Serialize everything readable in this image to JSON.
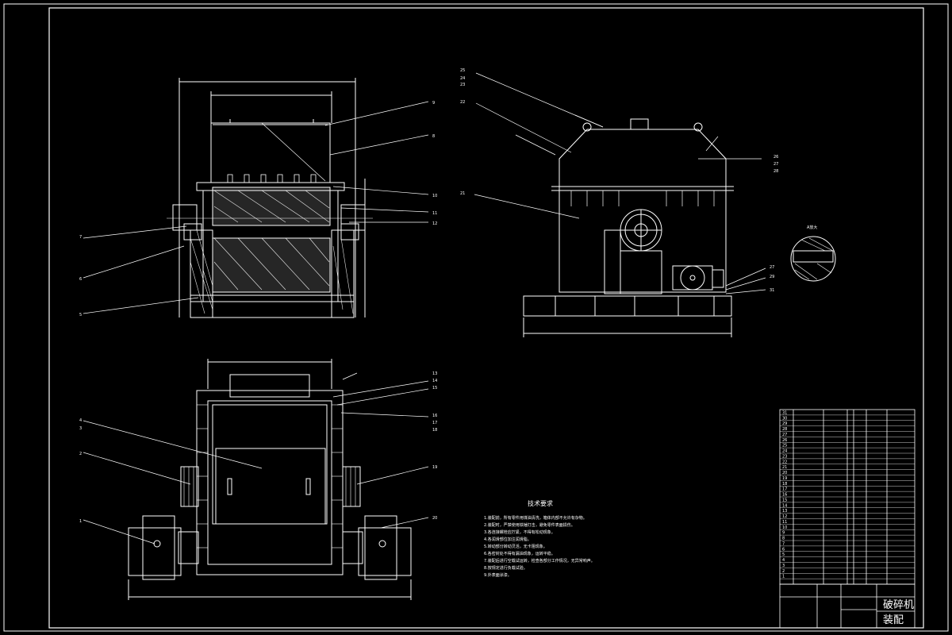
{
  "drawing": {
    "title_main": "破碎机",
    "title_sub": "装配",
    "tech_req_heading": "技术要求",
    "tech_req_lines": [
      "1.装配前，所有零件用煤油清洗，箱体内部不允许有杂物。",
      "2.装配时，严禁使用铁锤打击，避免零件表面损伤。",
      "3.各连接螺栓应拧紧，不得有松动现象。",
      "4.各润滑部位加注润滑脂。",
      "5.转动部分转动灵活，无卡阻现象。",
      "6.各密封处不得有漏油现象，运转平稳。",
      "7.装配后进行空载试运转，检查各部分工作情况，无异常响声。",
      "8.按规定进行负载试验。",
      "9.外表面涂漆。"
    ],
    "detail_label": "A放大",
    "balloons_front_right": [
      "9",
      "8",
      "10",
      "11",
      "12"
    ],
    "balloons_front_left": [
      "7",
      "6",
      "5"
    ],
    "balloons_side_top": [
      "25",
      "24",
      "23",
      "22"
    ],
    "balloons_side_right": [
      "26",
      "27",
      "28"
    ],
    "balloons_side_bottom": [
      "27",
      "29",
      "31"
    ],
    "balloon_side_left": "21",
    "balloons_plan_right_top": [
      "13",
      "14",
      "15"
    ],
    "balloons_plan_right_mid": [
      "16",
      "17",
      "18"
    ],
    "balloons_plan_right_low": [
      "19",
      "20"
    ],
    "balloons_plan_left": [
      "4",
      "3",
      "2",
      "1"
    ],
    "title_block_rows": [
      "1",
      "2",
      "3",
      "4",
      "5",
      "6",
      "7",
      "8",
      "9",
      "10",
      "11",
      "12",
      "13",
      "14",
      "15",
      "16",
      "17",
      "18",
      "19",
      "20",
      "21",
      "22",
      "23",
      "24",
      "25",
      "26",
      "27",
      "28",
      "29",
      "30",
      "31"
    ]
  }
}
